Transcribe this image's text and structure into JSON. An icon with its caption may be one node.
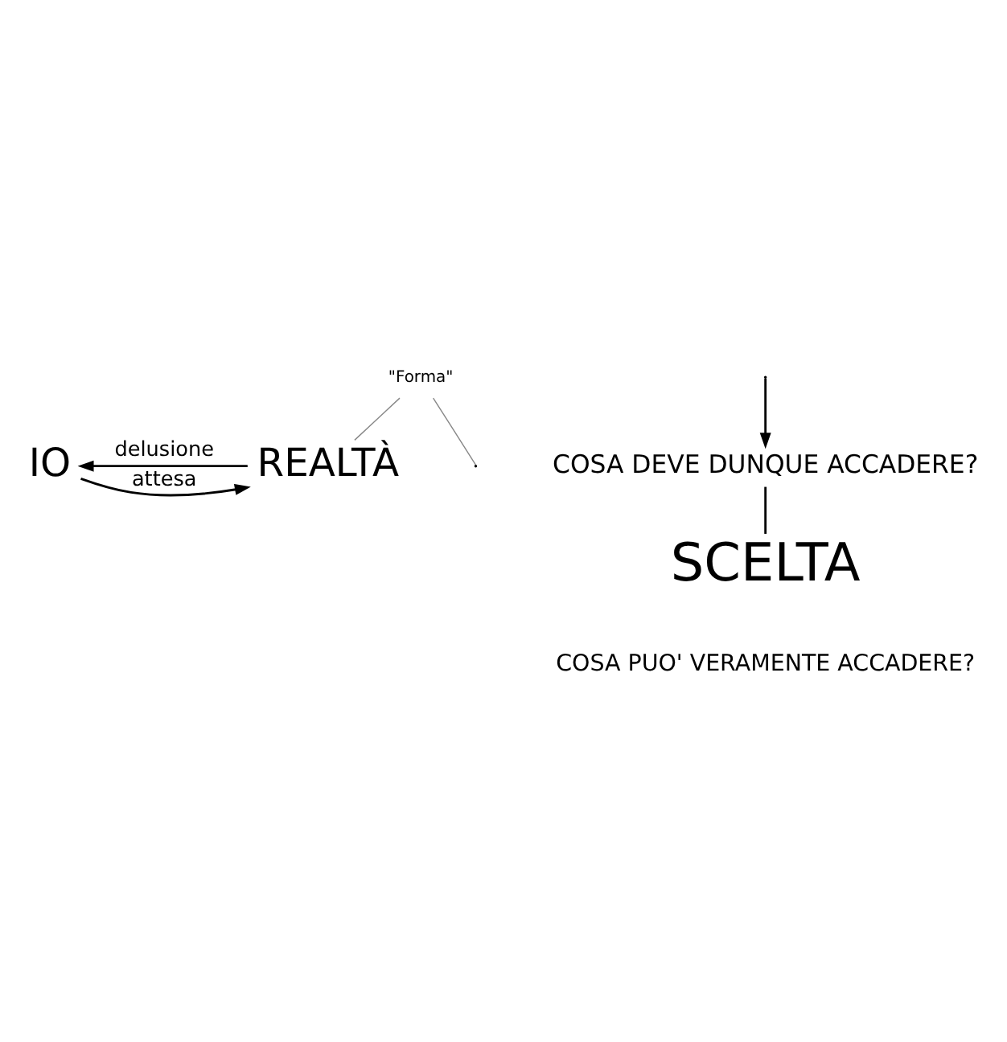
{
  "diagram": {
    "nodes": [
      {
        "text": [
          "IO"
        ]
      },
      {
        "text": [
          "REALTÀ"
        ]
      },
      {
        "text": [
          "\"Forma\""
        ]
      },
      {
        "text": [
          "COSA DEVE DUNQUE ACCADERE?"
        ]
      },
      {
        "text": [
          "SCELTA"
        ]
      }
    ],
    "edges": [
      {
        "from": 0,
        "to": 1,
        "arrow": "to",
        "label": "attesa"
      },
      {
        "from": 1,
        "to": 0,
        "arrow": "to",
        "label": "delusione"
      },
      {
        "from": 2,
        "to": 1,
        "arrow": "none",
        "color": "#888888"
      },
      {
        "from": 2,
        "to": null,
        "arrow": "none",
        "color": "#888888"
      },
      {
        "from": null,
        "to": 3,
        "arrow": "to"
      },
      {
        "from": 3,
        "to": 4,
        "arrow": "none"
      }
    ],
    "labels": [
      "COSA PUO' VERAMENTE ACCADERE?"
    ]
  }
}
